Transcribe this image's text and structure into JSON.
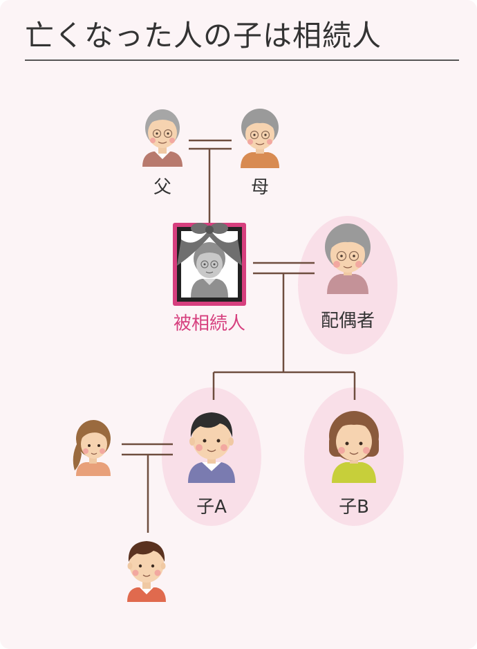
{
  "title": "亡くなった人の子は相続人",
  "labels": {
    "father": "父",
    "mother": "母",
    "deceased": "被相続人",
    "spouse": "配偶者",
    "child_a": "子A",
    "child_b": "子B"
  },
  "colors": {
    "highlight_oval": "#f9dfe8",
    "accent": "#d63f7e",
    "line": "#6e4d3e",
    "background": "#fcf4f6"
  },
  "icons": {
    "father": "grandfather-icon",
    "mother": "grandmother-icon",
    "deceased": "memorial-portrait-icon",
    "spouse": "elderly-woman-icon",
    "child_a": "man-icon",
    "child_b": "woman-icon",
    "child_a_spouse": "young-woman-icon",
    "grandchild": "boy-icon"
  }
}
